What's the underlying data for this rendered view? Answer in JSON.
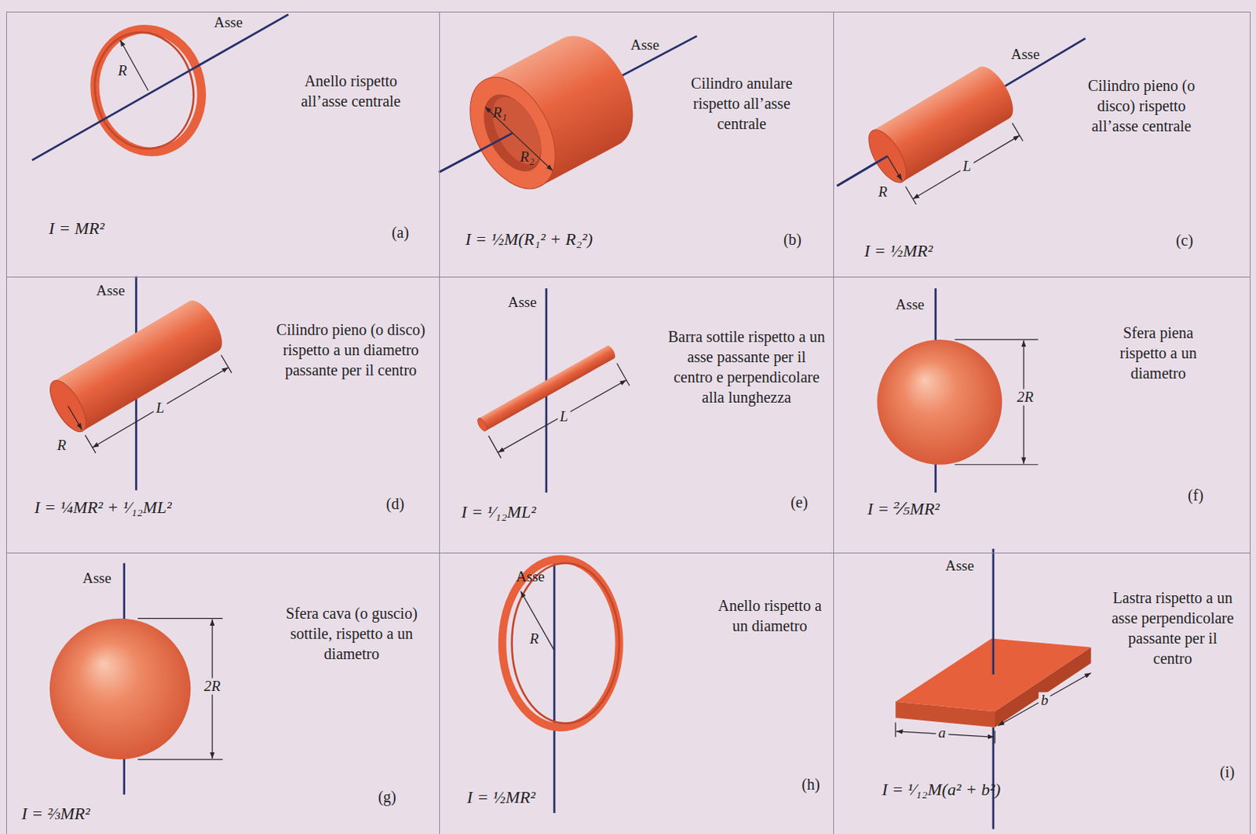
{
  "diagram": {
    "nodes": [
      {
        "text": [
          "Anello rispetto all’asse centrale",
          "I = MR²",
          "(a)"
        ]
      },
      {
        "text": [
          "Cilindro anulare rispetto all’asse centrale",
          "I = ½M(R₁² + R₂²)",
          "(b)"
        ]
      },
      {
        "text": [
          "Cilindro pieno (o disco) rispetto all’asse centrale",
          "I = ½MR²",
          "(c)"
        ]
      },
      {
        "text": [
          "Cilindro pieno (o disco) rispetto a un diametro passante per il centro",
          "I = ¼MR² + ¹⁄₁₂ML²",
          "(d)"
        ]
      },
      {
        "text": [
          "Barra sottile rispetto a un asse passante per il centro e perpendicolare alla lunghezza",
          "I = ¹⁄₁₂ML²",
          "(e)"
        ]
      },
      {
        "text": [
          "Sfera piena rispetto a un diametro",
          "I = ⅖MR²",
          "(f)"
        ]
      },
      {
        "text": [
          "Sfera cava (o guscio) sottile, rispetto a un diametro",
          "I = ⅔MR²",
          "(g)"
        ]
      },
      {
        "text": [
          "Anello rispetto a un diametro",
          "I = ½MR²",
          "(h)"
        ]
      },
      {
        "text": [
          "Lastra rispetto a un asse perpendicolare passante per il centro",
          "I = ¹⁄₁₂M(a² + b²)",
          "(i)"
        ]
      }
    ],
    "labels": [
      "Asse",
      "R",
      "Asse",
      "R₁",
      "R₂",
      "Asse",
      "L",
      "R",
      "Asse",
      "R",
      "L",
      "Asse",
      "L",
      "Asse",
      "2R",
      "Asse",
      "2R",
      "Asse",
      "R",
      "Asse",
      "a",
      "b"
    ]
  }
}
